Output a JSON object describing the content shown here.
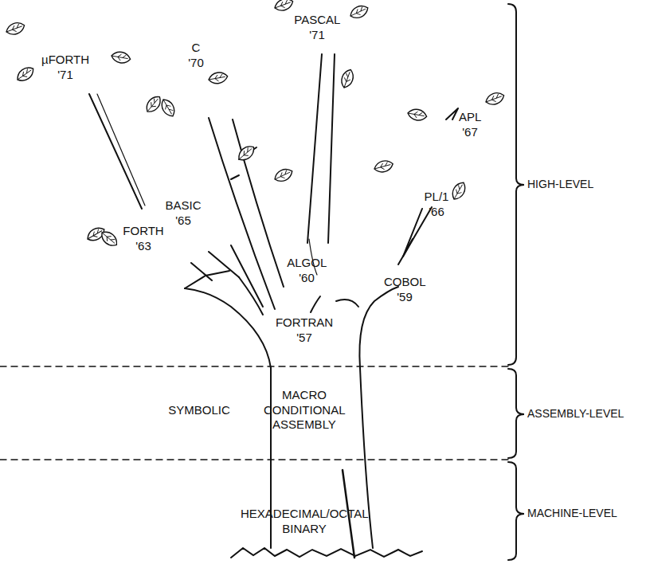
{
  "diagram": {
    "labels": [
      "µFORTH '71",
      "C '70",
      "PASCAL '71",
      "APL '67",
      "PL/1 '66",
      "BASIC '65",
      "FORTH '63",
      "ALGOL '60",
      "COBOL '59",
      "FORTRAN '57",
      "SYMBOLIC",
      "MACRO CONDITIONAL ASSEMBLY",
      "HEXADECIMAL/OCTAL BINARY",
      "HIGH-LEVEL",
      "ASSEMBLY-LEVEL",
      "MACHINE-LEVEL"
    ]
  }
}
